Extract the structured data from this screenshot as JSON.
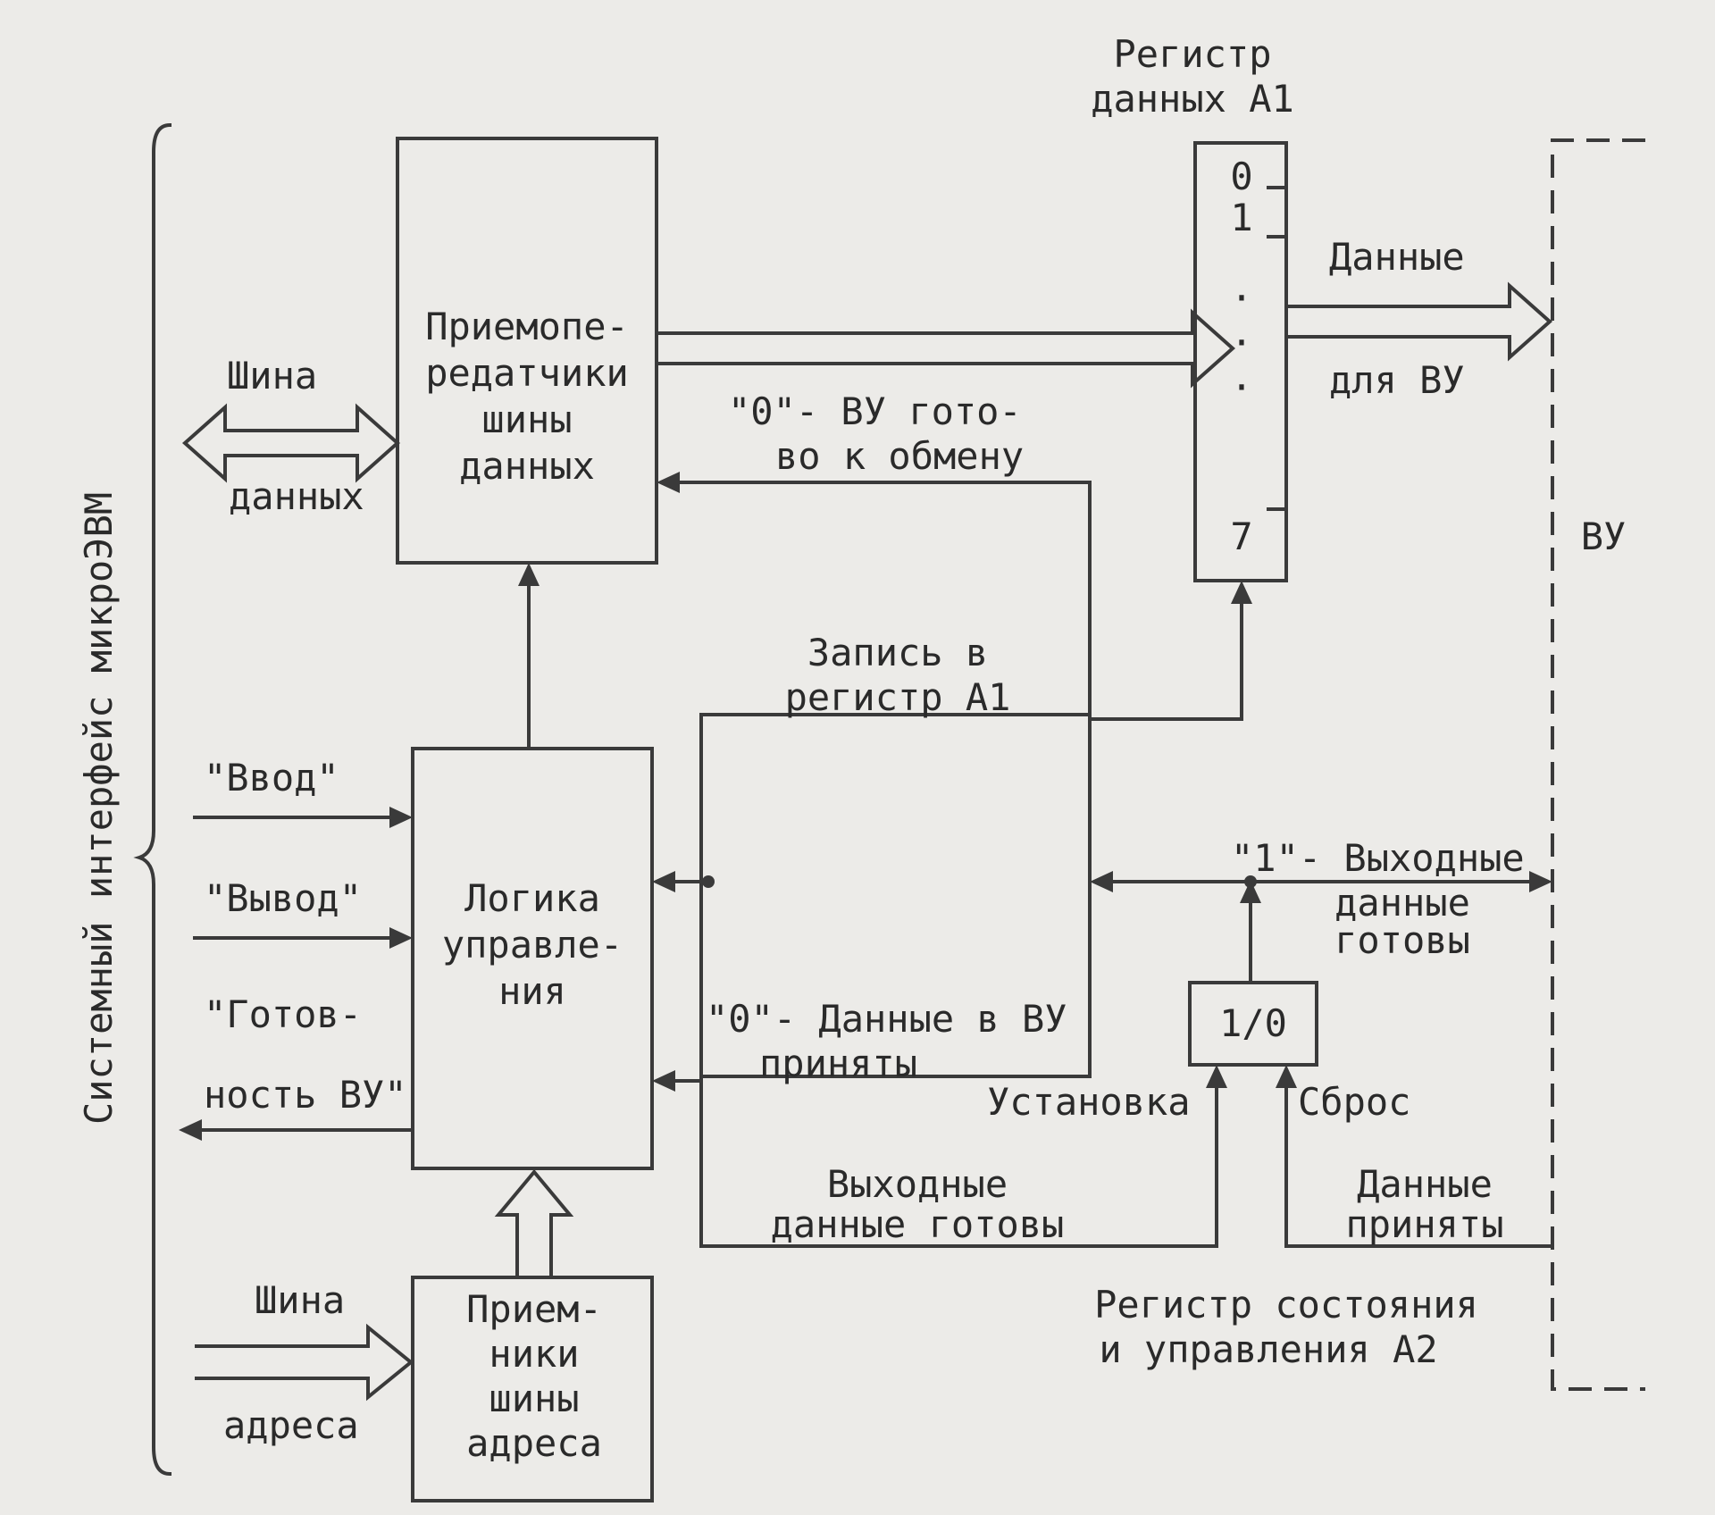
{
  "blocks": {
    "transceivers": [
      "Приемопе-",
      "редатчики",
      "шины",
      "данных"
    ],
    "control_logic": [
      "Логика",
      "управле-",
      "ния"
    ],
    "address_receivers": [
      "Прием-",
      "ники",
      "шины",
      "адреса"
    ],
    "data_register_title": [
      "Регистр",
      "данных А1"
    ],
    "data_register_bits": [
      "0",
      "1",
      "·",
      "·",
      "·",
      "7"
    ],
    "flipflop": "1/0",
    "status_register_title": [
      "Регистр состояния",
      "и управления А2"
    ],
    "external_device": "ВУ"
  },
  "labels": {
    "data_bus": [
      "Шина",
      "данных"
    ],
    "address_bus": [
      "Шина",
      "адреса"
    ],
    "system_interface": "Системный интерфейс микроЭВМ",
    "input_signal": "\"Ввод\"",
    "output_signal": "\"Вывод\"",
    "ready_signal": [
      "\"Готов-",
      "ность ВУ\""
    ],
    "device_ready": [
      "\"0\"- ВУ гото-",
      "во к обмену"
    ],
    "write_register": [
      "Запись в",
      "регистр А1"
    ],
    "data_for_device": [
      "Данные",
      "для ВУ"
    ],
    "output_data_ready_flag": [
      "\"1\"- Выходные",
      "данные",
      "готовы"
    ],
    "data_accepted_flag": [
      "\"0\"- Данные в ВУ",
      "приняты"
    ],
    "set": "Установка",
    "reset": "Сброс",
    "output_data_ready": [
      "Выходные",
      "данные готовы"
    ],
    "data_accepted": [
      "Данные",
      "приняты"
    ]
  }
}
